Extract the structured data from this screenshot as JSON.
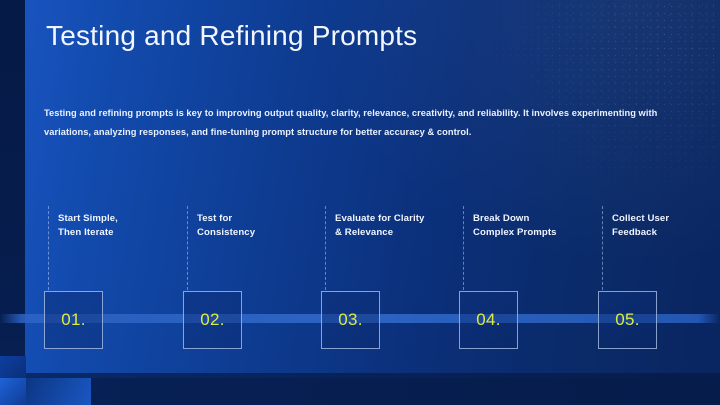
{
  "slide": {
    "title": "Testing and Refining Prompts",
    "intro": "Testing and refining prompts is key to improving output quality, clarity, relevance, creativity, and reliability. It involves experimenting with variations, analyzing responses, and fine-tuning prompt structure for better accuracy & control.",
    "accent_color": "#ddec3f",
    "background_from": "#1a56c4",
    "background_to": "#0a2560",
    "steps": [
      {
        "number": "01.",
        "label": "Start Simple,\nThen Iterate"
      },
      {
        "number": "02.",
        "label": "Test for\nConsistency"
      },
      {
        "number": "03.",
        "label": "Evaluate for Clarity\n& Relevance"
      },
      {
        "number": "04.",
        "label": "Break Down\nComplex Prompts"
      },
      {
        "number": "05.",
        "label": "Collect User\nFeedback"
      }
    ]
  }
}
